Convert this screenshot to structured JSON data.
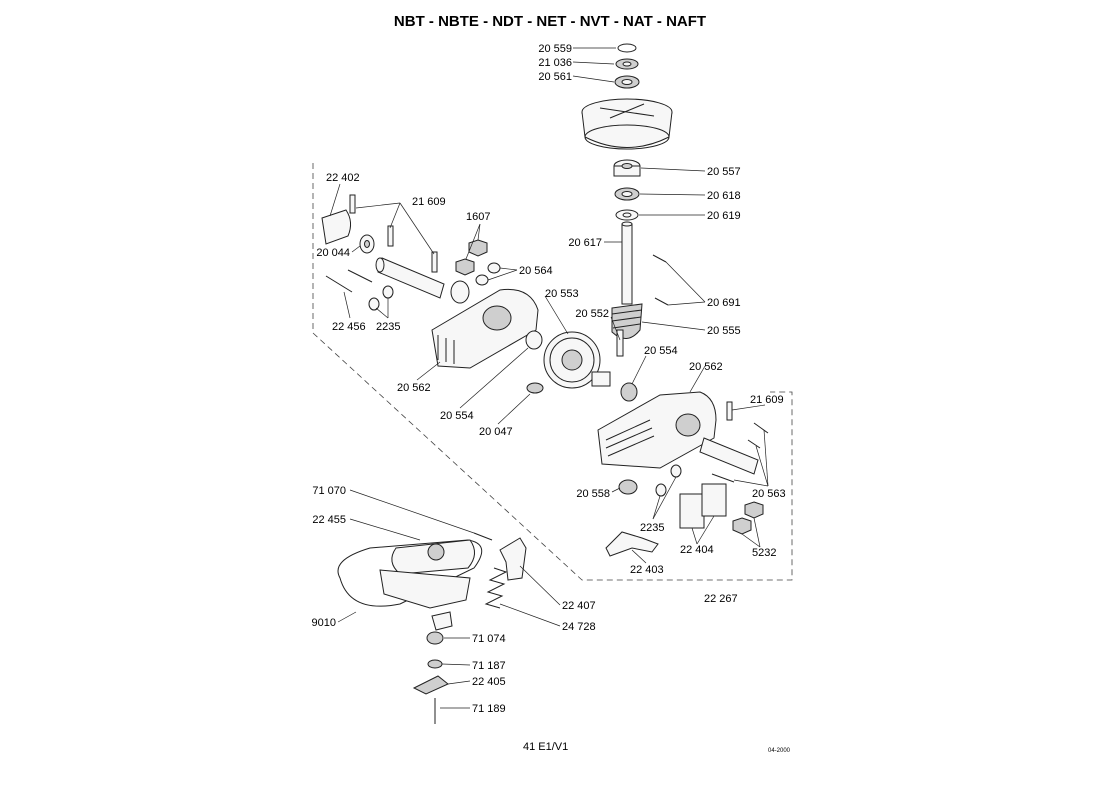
{
  "title": "NBT - NBTE - NDT - NET - NVT - NAT - NAFT",
  "footer": {
    "page_ref": "41 E1/V1",
    "date": "04-2000"
  },
  "labels": [
    "20 559",
    "21 036",
    "20 561",
    "20 557",
    "20 618",
    "20 619",
    "20 617",
    "20 691",
    "20 555",
    "20 552",
    "20 554",
    "20 562",
    "22 402",
    "21 609",
    "1607",
    "20 044",
    "20 564",
    "20 553",
    "22 456",
    "2235",
    "20 562",
    "20 554",
    "20 047",
    "21 609",
    "20 563",
    "20 558",
    "2235",
    "22 404",
    "5232",
    "22 403",
    "22 267",
    "71 070",
    "22 455",
    "22 407",
    "24 728",
    "9010",
    "71 074",
    "71 187",
    "22 405",
    "71 189"
  ]
}
